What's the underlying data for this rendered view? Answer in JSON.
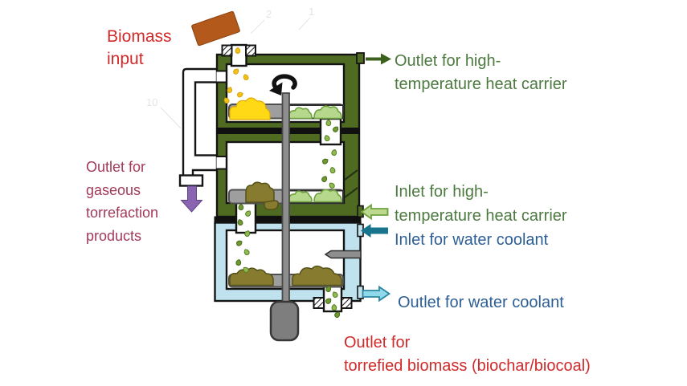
{
  "labels": {
    "biomass_input": {
      "lines": [
        "Biomass",
        "input"
      ]
    },
    "outlet_heat_carrier": {
      "lines": [
        "Outlet for high-",
        "temperature heat carrier"
      ]
    },
    "outlet_gaseous": {
      "lines": [
        "Outlet for",
        "gaseous",
        "torrefaction",
        "products"
      ]
    },
    "inlet_heat_carrier": {
      "lines": [
        "Inlet for high-",
        "temperature heat carrier"
      ]
    },
    "inlet_water_coolant": {
      "text": "Inlet for water coolant"
    },
    "outlet_water_coolant": {
      "text": "Outlet for water coolant"
    },
    "outlet_torrefied": {
      "lines": [
        "Outlet for",
        "torrefied biomass (biochar/biocoal)"
      ]
    }
  },
  "watermarks": {
    "n1": "1",
    "n2": "2",
    "n10": "10"
  },
  "colors": {
    "label_red": "#d02a2a",
    "label_green": "#4d7a40",
    "label_blue": "#2d5f96",
    "label_rose": "#a23a5a",
    "reactor_green": "#4f6b21",
    "coolant_blue": "#bfe2ee",
    "outline_black": "#141414",
    "arrow_dark_green": "#3c611c",
    "arrow_light_green": "#bcd98f",
    "arrow_teal": "#17768d",
    "arrow_cyan": "#8fd9ea",
    "arrow_purple": "#8a64b0",
    "biomass_orange": "#b2591b",
    "biomass_yellow": "#ffd816",
    "fresh_biomass_green": "#b5d88c",
    "torrefied_olive": "#867b2e",
    "metal_gray": "#9e9e9e"
  }
}
